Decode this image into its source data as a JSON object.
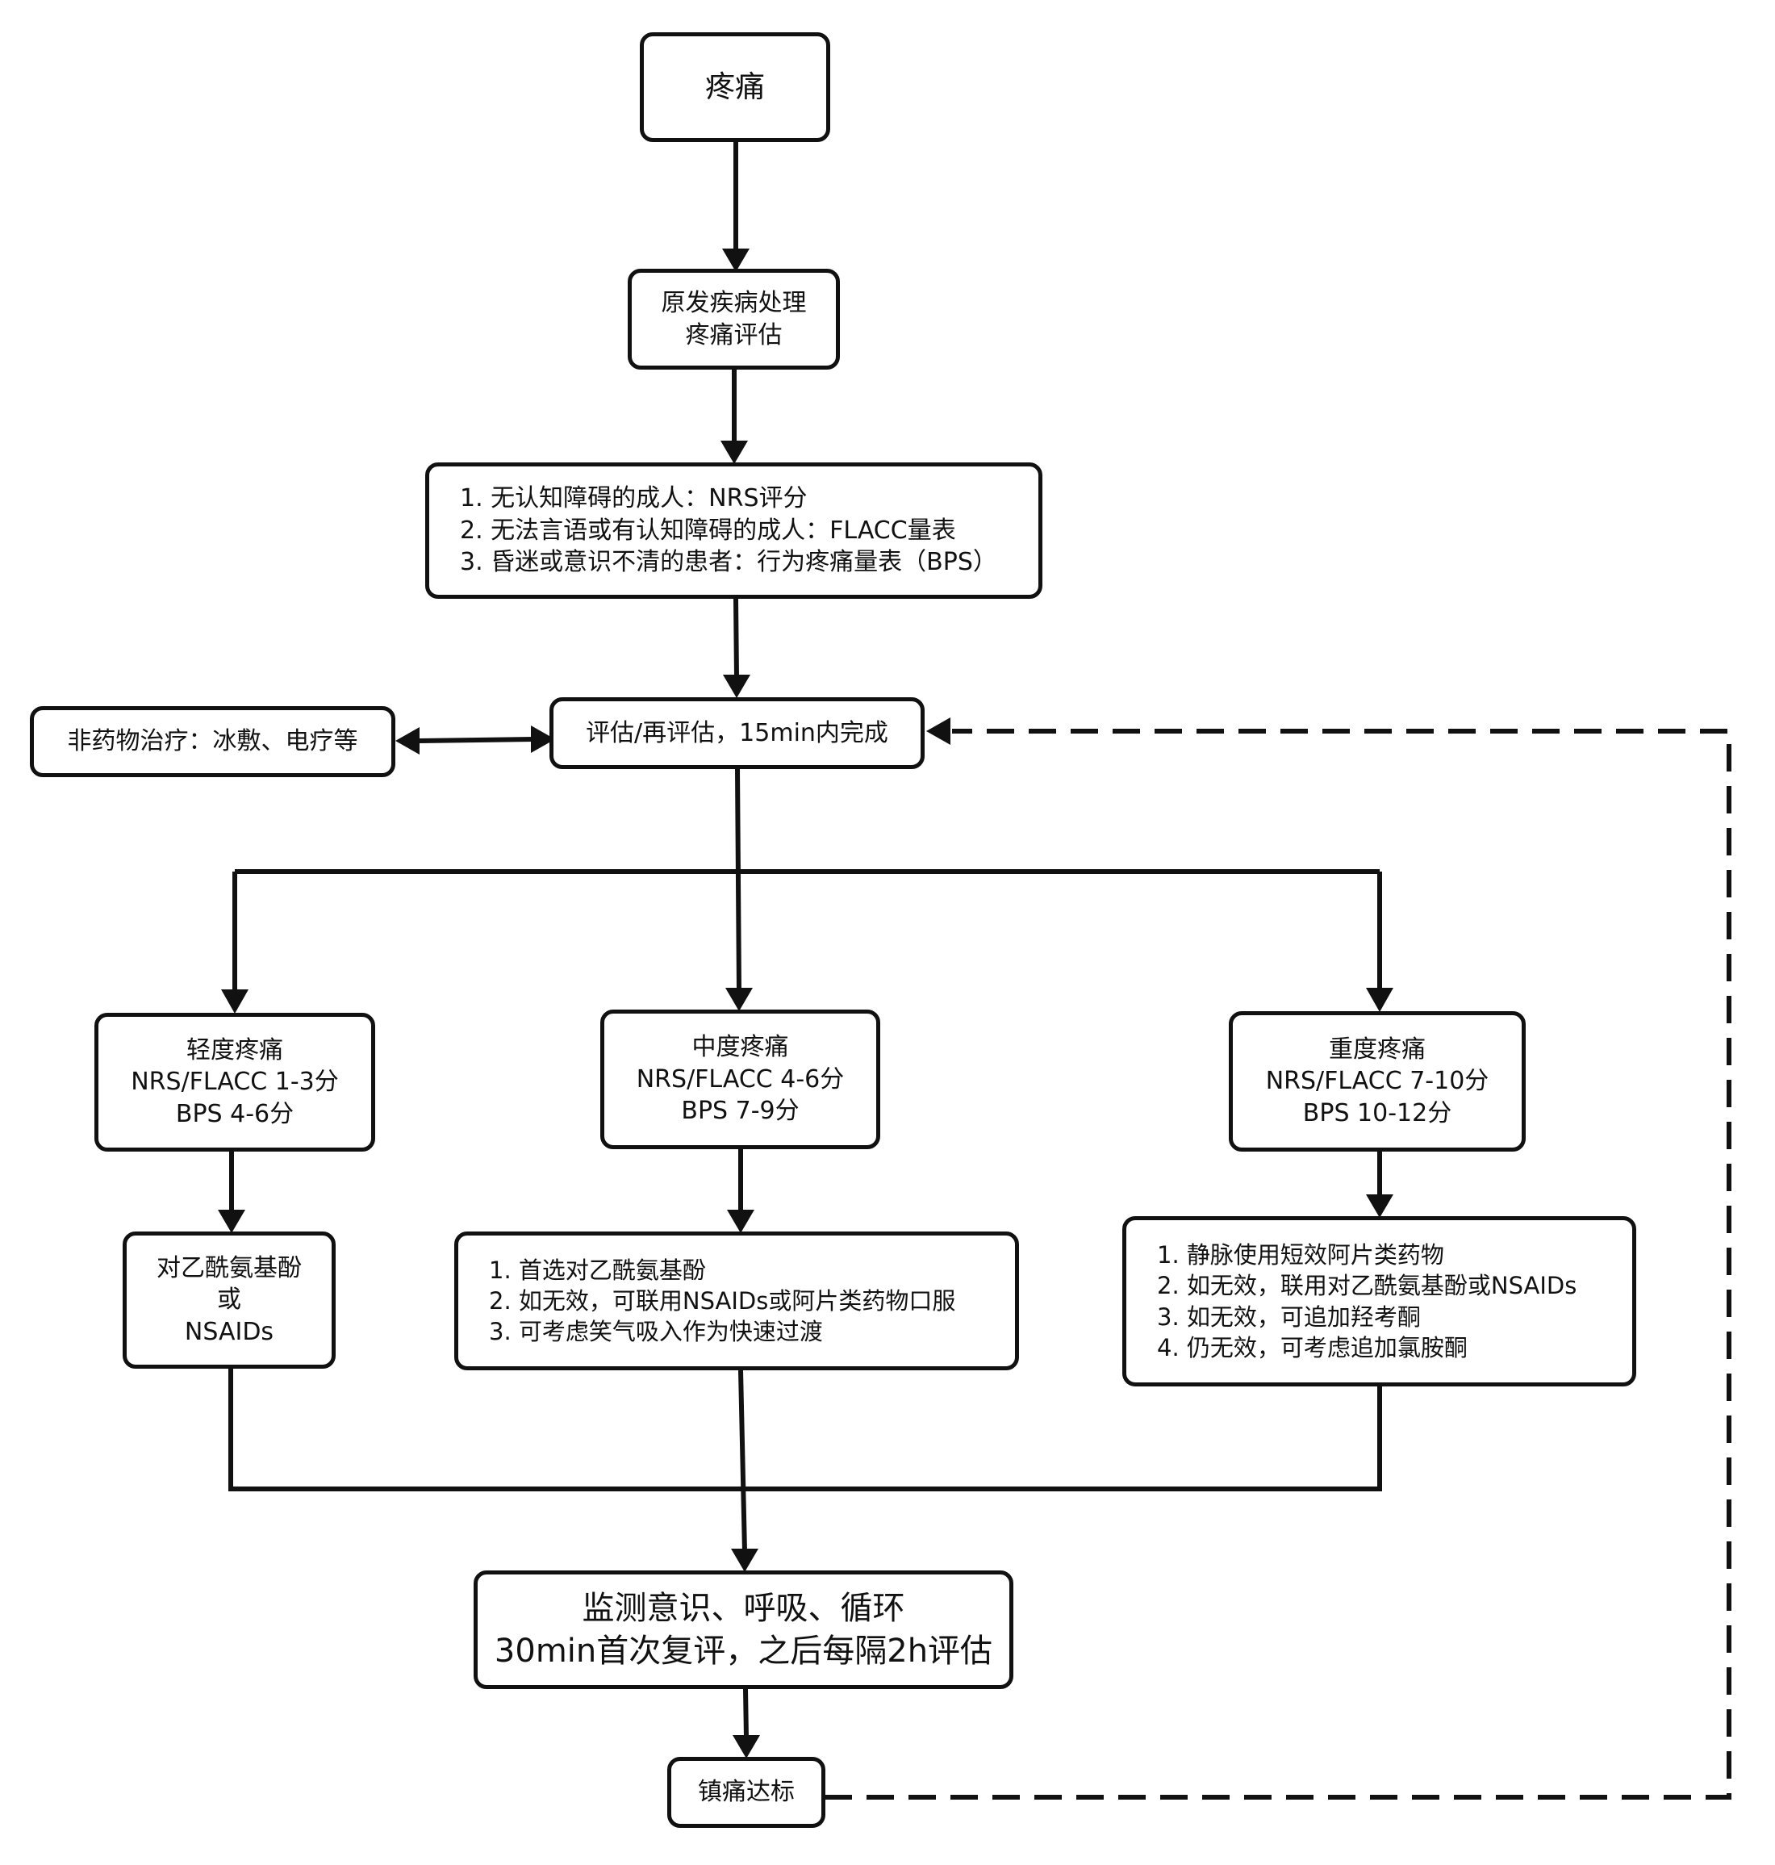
{
  "nodes": {
    "pain": {
      "lines": [
        "疼痛"
      ]
    },
    "primary": {
      "lines": [
        "原发疾病处理",
        "疼痛评估"
      ]
    },
    "scales": {
      "lines": [
        "1. 无认知障碍的成人：NRS评分",
        "2. 无法言语或有认知障碍的成人：FLACC量表",
        "3. 昏迷或意识不清的患者：行为疼痛量表（BPS）"
      ]
    },
    "assess": {
      "lines": [
        "评估/再评估，15min内完成"
      ]
    },
    "nondrug": {
      "lines": [
        "非药物治疗：冰敷、电疗等"
      ]
    },
    "mild": {
      "lines": [
        "轻度疼痛",
        "NRS/FLACC 1-3分",
        "BPS 4-6分"
      ]
    },
    "moderate": {
      "lines": [
        "中度疼痛",
        "NRS/FLACC 4-6分",
        "BPS 7-9分"
      ]
    },
    "severe": {
      "lines": [
        "重度疼痛",
        "NRS/FLACC 7-10分",
        "BPS 10-12分"
      ]
    },
    "mild_tx": {
      "lines": [
        "对乙酰氨基酚",
        "或",
        "NSAIDs"
      ]
    },
    "moderate_tx": {
      "lines": [
        "1. 首选对乙酰氨基酚",
        "2. 如无效，可联用NSAIDs或阿片类药物口服",
        "3. 可考虑笑气吸入作为快速过渡"
      ]
    },
    "severe_tx": {
      "lines": [
        "1. 静脉使用短效阿片类药物",
        "2. 如无效，联用对乙酰氨基酚或NSAIDs",
        "3. 如无效，可追加羟考酮",
        "4. 仍无效，可考虑追加氯胺酮"
      ]
    },
    "monitor": {
      "lines": [
        "监测意识、呼吸、循环",
        "30min首次复评，之后每隔2h评估"
      ]
    },
    "goal": {
      "lines": [
        "镇痛达标"
      ]
    }
  }
}
